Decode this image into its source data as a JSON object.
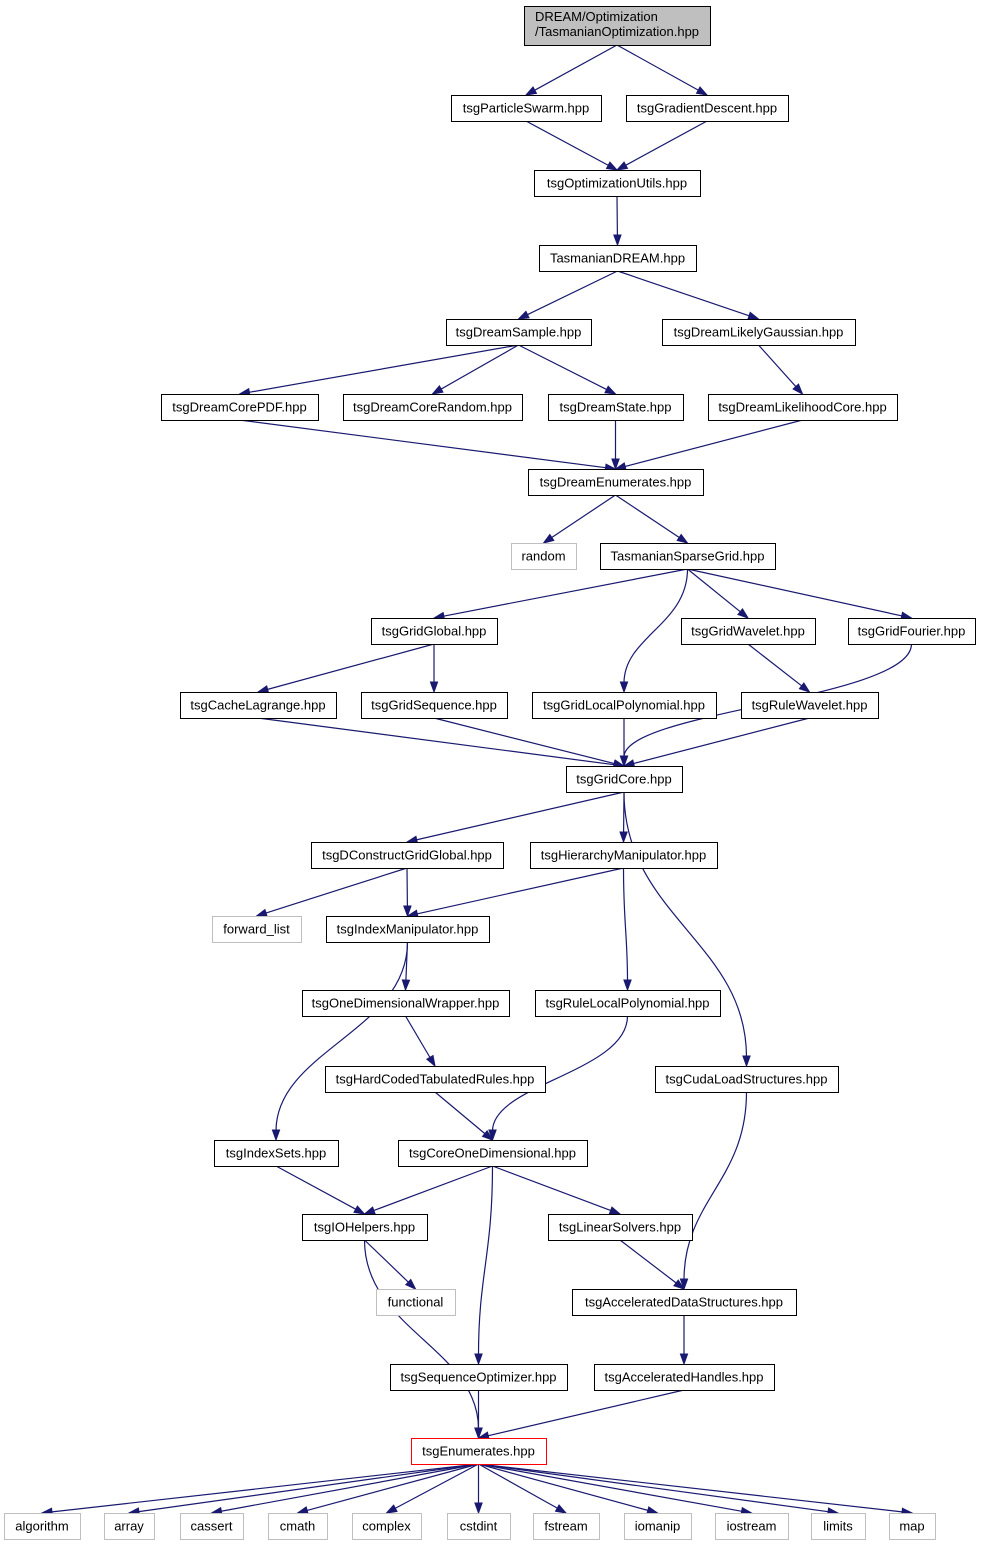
{
  "colors": {
    "edge": "#191970",
    "root_fill": "#bfbfbf",
    "external_border": "#bfbfbf",
    "highlight_border": "#ff0000",
    "node_border": "#000000",
    "background": "#ffffff"
  },
  "nodes": {
    "root": {
      "lines": [
        "DREAM/Optimization",
        "/TasmanianOptimization.hpp"
      ],
      "kind": "root"
    },
    "particle": {
      "lines": [
        "tsgParticleSwarm.hpp"
      ]
    },
    "gradient": {
      "lines": [
        "tsgGradientDescent.hpp"
      ]
    },
    "optutils": {
      "lines": [
        "tsgOptimizationUtils.hpp"
      ]
    },
    "dream": {
      "lines": [
        "TasmanianDREAM.hpp"
      ]
    },
    "dsample": {
      "lines": [
        "tsgDreamSample.hpp"
      ]
    },
    "dlikelygauss": {
      "lines": [
        "tsgDreamLikelyGaussian.hpp"
      ]
    },
    "dcorepdf": {
      "lines": [
        "tsgDreamCorePDF.hpp"
      ]
    },
    "dcorerandom": {
      "lines": [
        "tsgDreamCoreRandom.hpp"
      ]
    },
    "dstate": {
      "lines": [
        "tsgDreamState.hpp"
      ]
    },
    "dlikecore": {
      "lines": [
        "tsgDreamLikelihoodCore.hpp"
      ]
    },
    "denum": {
      "lines": [
        "tsgDreamEnumerates.hpp"
      ]
    },
    "random": {
      "lines": [
        "random"
      ],
      "kind": "ext"
    },
    "sparsegrid": {
      "lines": [
        "TasmanianSparseGrid.hpp"
      ]
    },
    "gglobal": {
      "lines": [
        "tsgGridGlobal.hpp"
      ]
    },
    "gwavelet": {
      "lines": [
        "tsgGridWavelet.hpp"
      ]
    },
    "gfourier": {
      "lines": [
        "tsgGridFourier.hpp"
      ]
    },
    "cachelag": {
      "lines": [
        "tsgCacheLagrange.hpp"
      ]
    },
    "gseq": {
      "lines": [
        "tsgGridSequence.hpp"
      ]
    },
    "glocalpoly": {
      "lines": [
        "tsgGridLocalPolynomial.hpp"
      ]
    },
    "rwavelet": {
      "lines": [
        "tsgRuleWavelet.hpp"
      ]
    },
    "gcore": {
      "lines": [
        "tsgGridCore.hpp"
      ]
    },
    "dconstruct": {
      "lines": [
        "tsgDConstructGridGlobal.hpp"
      ]
    },
    "hiermanip": {
      "lines": [
        "tsgHierarchyManipulator.hpp"
      ]
    },
    "fwdlist": {
      "lines": [
        "forward_list"
      ],
      "kind": "ext"
    },
    "indexmanip": {
      "lines": [
        "tsgIndexManipulator.hpp"
      ]
    },
    "onedwrap": {
      "lines": [
        "tsgOneDimensionalWrapper.hpp"
      ]
    },
    "rlocalpoly": {
      "lines": [
        "tsgRuleLocalPolynomial.hpp"
      ]
    },
    "hardcoded": {
      "lines": [
        "tsgHardCodedTabulatedRules.hpp"
      ]
    },
    "cudaload": {
      "lines": [
        "tsgCudaLoadStructures.hpp"
      ]
    },
    "indexsets": {
      "lines": [
        "tsgIndexSets.hpp"
      ]
    },
    "core1d": {
      "lines": [
        "tsgCoreOneDimensional.hpp"
      ]
    },
    "iohelpers": {
      "lines": [
        "tsgIOHelpers.hpp"
      ]
    },
    "linsolvers": {
      "lines": [
        "tsgLinearSolvers.hpp"
      ]
    },
    "functional": {
      "lines": [
        "functional"
      ],
      "kind": "ext"
    },
    "accdata": {
      "lines": [
        "tsgAcceleratedDataStructures.hpp"
      ]
    },
    "seqopt": {
      "lines": [
        "tsgSequenceOptimizer.hpp"
      ]
    },
    "acchandles": {
      "lines": [
        "tsgAcceleratedHandles.hpp"
      ]
    },
    "enum": {
      "lines": [
        "tsgEnumerates.hpp"
      ],
      "kind": "hl"
    },
    "algorithm": {
      "lines": [
        "algorithm"
      ],
      "kind": "ext"
    },
    "array": {
      "lines": [
        "array"
      ],
      "kind": "ext"
    },
    "cassert": {
      "lines": [
        "cassert"
      ],
      "kind": "ext"
    },
    "cmath": {
      "lines": [
        "cmath"
      ],
      "kind": "ext"
    },
    "complex": {
      "lines": [
        "complex"
      ],
      "kind": "ext"
    },
    "cstdint": {
      "lines": [
        "cstdint"
      ],
      "kind": "ext"
    },
    "fstream": {
      "lines": [
        "fstream"
      ],
      "kind": "ext"
    },
    "iomanip": {
      "lines": [
        "iomanip"
      ],
      "kind": "ext"
    },
    "iostream": {
      "lines": [
        "iostream"
      ],
      "kind": "ext"
    },
    "limits": {
      "lines": [
        "limits"
      ],
      "kind": "ext"
    },
    "map": {
      "lines": [
        "map"
      ],
      "kind": "ext"
    }
  },
  "edges": [
    [
      "root",
      "particle"
    ],
    [
      "root",
      "gradient"
    ],
    [
      "particle",
      "optutils"
    ],
    [
      "gradient",
      "optutils"
    ],
    [
      "optutils",
      "dream"
    ],
    [
      "dream",
      "dsample"
    ],
    [
      "dream",
      "dlikelygauss"
    ],
    [
      "dsample",
      "dcorepdf"
    ],
    [
      "dsample",
      "dcorerandom"
    ],
    [
      "dsample",
      "dstate"
    ],
    [
      "dlikelygauss",
      "dlikecore"
    ],
    [
      "dcorepdf",
      "denum"
    ],
    [
      "dstate",
      "denum"
    ],
    [
      "dlikecore",
      "denum"
    ],
    [
      "denum",
      "random"
    ],
    [
      "denum",
      "sparsegrid"
    ],
    [
      "sparsegrid",
      "gglobal"
    ],
    [
      "sparsegrid",
      "glocalpoly"
    ],
    [
      "sparsegrid",
      "gwavelet"
    ],
    [
      "sparsegrid",
      "gfourier"
    ],
    [
      "gglobal",
      "cachelag"
    ],
    [
      "gglobal",
      "gseq"
    ],
    [
      "gwavelet",
      "rwavelet"
    ],
    [
      "cachelag",
      "gcore"
    ],
    [
      "gseq",
      "gcore"
    ],
    [
      "glocalpoly",
      "gcore"
    ],
    [
      "rwavelet",
      "gcore"
    ],
    [
      "gfourier",
      "gcore"
    ],
    [
      "gcore",
      "dconstruct"
    ],
    [
      "gcore",
      "hiermanip"
    ],
    [
      "gcore",
      "cudaload"
    ],
    [
      "dconstruct",
      "fwdlist"
    ],
    [
      "dconstruct",
      "indexmanip"
    ],
    [
      "hiermanip",
      "indexmanip"
    ],
    [
      "hiermanip",
      "rlocalpoly"
    ],
    [
      "indexmanip",
      "onedwrap"
    ],
    [
      "indexmanip",
      "indexsets"
    ],
    [
      "onedwrap",
      "hardcoded"
    ],
    [
      "hardcoded",
      "core1d"
    ],
    [
      "rlocalpoly",
      "core1d"
    ],
    [
      "indexsets",
      "iohelpers"
    ],
    [
      "core1d",
      "iohelpers"
    ],
    [
      "core1d",
      "linsolvers"
    ],
    [
      "core1d",
      "seqopt"
    ],
    [
      "iohelpers",
      "functional"
    ],
    [
      "iohelpers",
      "enum"
    ],
    [
      "linsolvers",
      "accdata"
    ],
    [
      "cudaload",
      "accdata"
    ],
    [
      "accdata",
      "acchandles"
    ],
    [
      "seqopt",
      "enum"
    ],
    [
      "acchandles",
      "enum"
    ],
    [
      "enum",
      "algorithm"
    ],
    [
      "enum",
      "array"
    ],
    [
      "enum",
      "cassert"
    ],
    [
      "enum",
      "cmath"
    ],
    [
      "enum",
      "complex"
    ],
    [
      "enum",
      "cstdint"
    ],
    [
      "enum",
      "fstream"
    ],
    [
      "enum",
      "iomanip"
    ],
    [
      "enum",
      "iostream"
    ],
    [
      "enum",
      "limits"
    ],
    [
      "enum",
      "map"
    ]
  ]
}
